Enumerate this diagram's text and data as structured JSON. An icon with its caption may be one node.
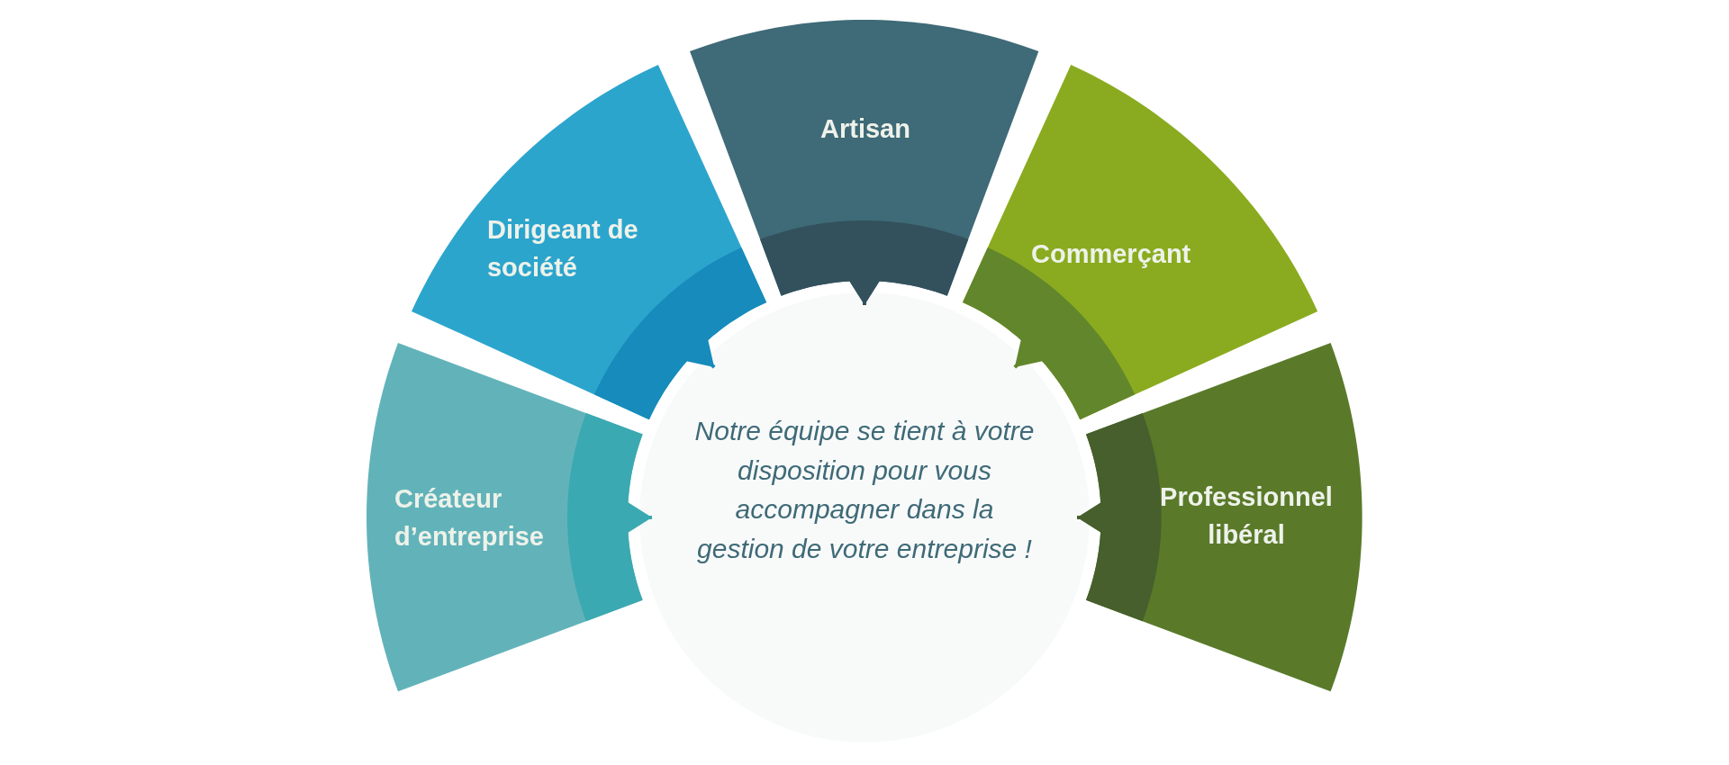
{
  "diagram": {
    "nodes": [
      {
        "text": [
          "Créateur d’entreprise"
        ]
      },
      {
        "text": [
          "Dirigeant de société"
        ]
      },
      {
        "text": [
          "Artisan"
        ]
      },
      {
        "text": [
          "Commerçant"
        ]
      },
      {
        "text": [
          "Professionnel libéral"
        ]
      },
      {
        "text": [
          "Notre équipe se tient à votre disposition pour vous accompagner dans la gestion de votre entreprise !"
        ]
      }
    ],
    "edges": [
      {
        "from": 0,
        "to": 5,
        "arrow": "to",
        "color": "#3ba9b1"
      },
      {
        "from": 1,
        "to": 5,
        "arrow": "to",
        "color": "#178bbb"
      },
      {
        "from": 2,
        "to": 5,
        "arrow": "to",
        "color": "#33515c"
      },
      {
        "from": 3,
        "to": 5,
        "arrow": "to",
        "color": "#62862b"
      },
      {
        "from": 4,
        "to": 5,
        "arrow": "to",
        "color": "#465f2c"
      }
    ]
  }
}
